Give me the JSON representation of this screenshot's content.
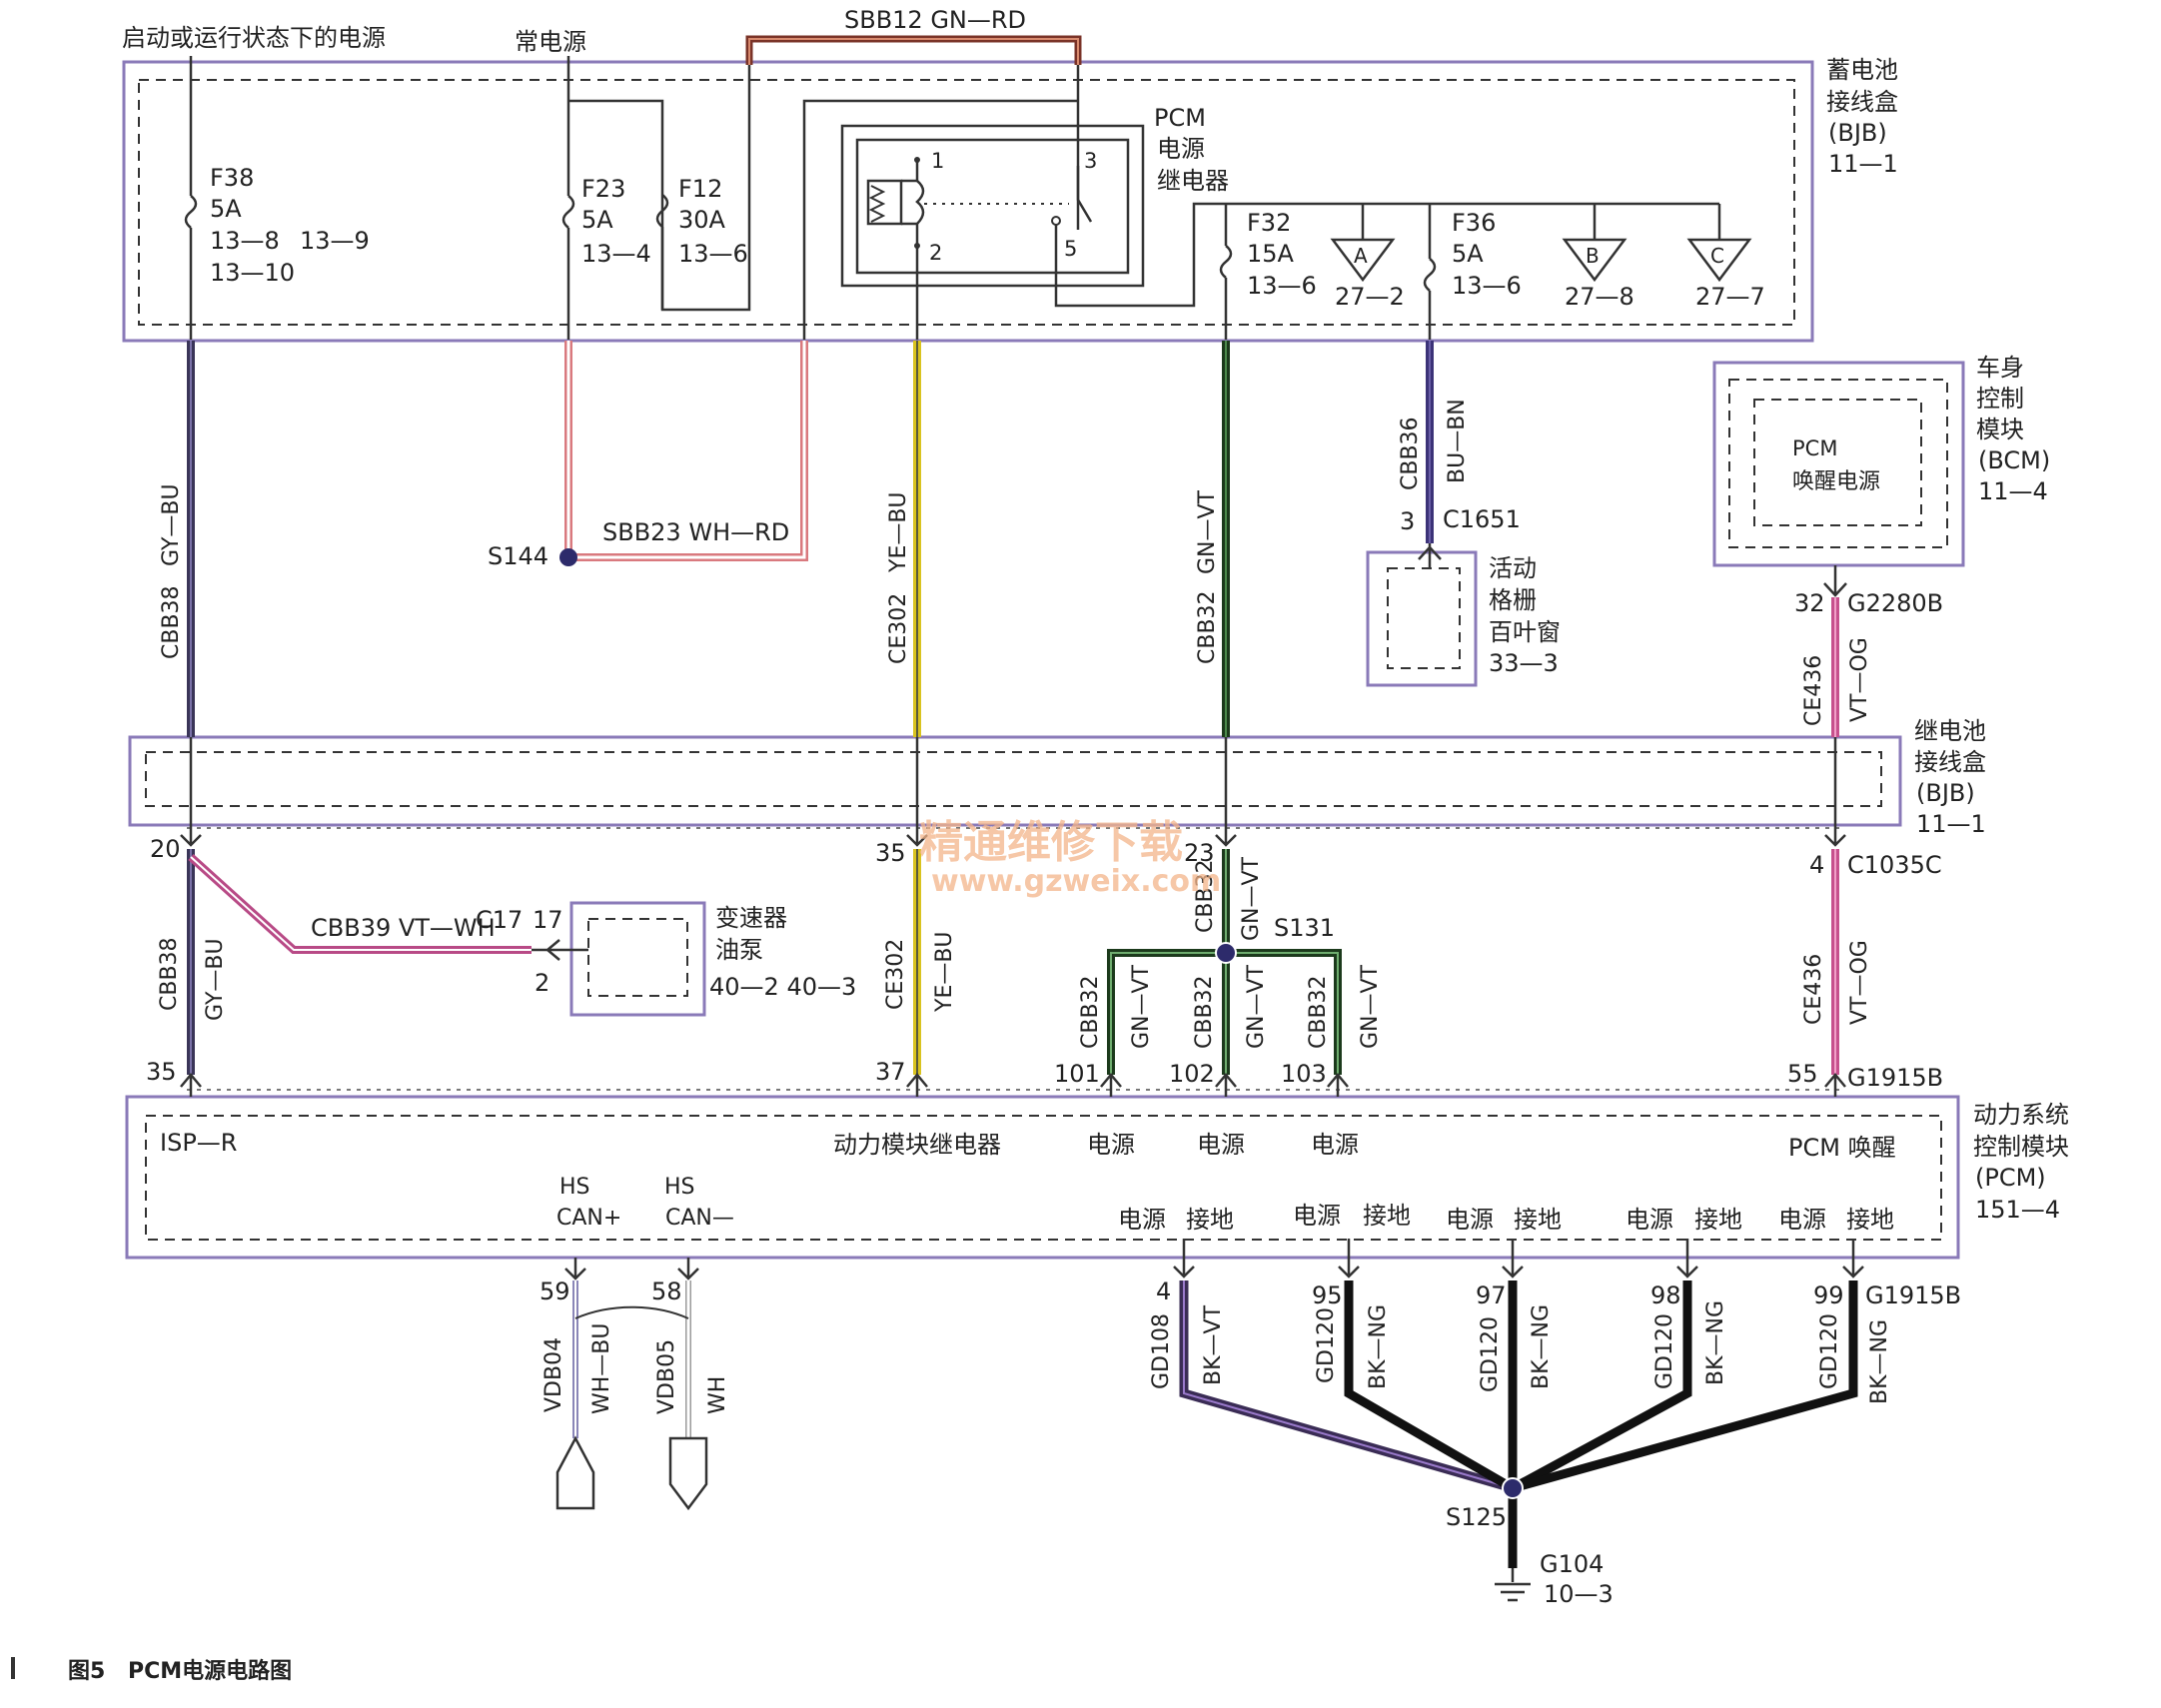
{
  "diagram": {
    "caption_num": "图5",
    "caption_title": "PCM电源电路图",
    "watermark_cn": "精通维修下载",
    "watermark_url": "www.gzweix.com",
    "top": {
      "ign_power": "启动或运行状态下的电源",
      "const_power": "常电源",
      "sbb12": "SBB12  GN—RD"
    },
    "bjb_top": {
      "l1": "蓄电池",
      "l2": "接线盒",
      "l3": "(BJB)",
      "l4": "11—1"
    },
    "bjb_mid": {
      "l1": "继电池",
      "l2": "接线盒",
      "l3": "(BJB)",
      "l4": "11—1"
    },
    "fuses": {
      "f38": [
        "F38",
        "5A",
        "13—8",
        "13—9",
        "13—10"
      ],
      "f23": [
        "F23",
        "5A",
        "13—4"
      ],
      "f12": [
        "F12",
        "30A",
        "13—6"
      ],
      "f32": [
        "F32",
        "15A",
        "13—6"
      ],
      "f36": [
        "F36",
        "5A",
        "13—6"
      ]
    },
    "relay": {
      "l1": "PCM",
      "l2": "电源",
      "l3": "继电器",
      "p1": "1",
      "p2": "2",
      "p3": "3",
      "p5": "5"
    },
    "triangles": {
      "a": {
        "letter": "A",
        "ref": "27—2"
      },
      "b": {
        "letter": "B",
        "ref": "27—8"
      },
      "c": {
        "letter": "C",
        "ref": "27—7"
      }
    },
    "wires": {
      "cbb38_top": [
        "CBB38",
        "GY—BU"
      ],
      "ce302_top": [
        "CE302",
        "YE—BU"
      ],
      "cbb32_top": [
        "CBB32",
        "GN—VT"
      ],
      "cbb36": [
        "CBB36",
        "BU—BN"
      ],
      "ce436_top": [
        "CE436",
        "VT—OG"
      ],
      "sbb23": "SBB23  WH—RD",
      "s144": "S144",
      "cbb38_bot": [
        "CBB38",
        "GY—BU"
      ],
      "cbb39": "CBB39 VT—WH",
      "ce302_bot": [
        "CE302",
        "YE—BU"
      ],
      "cbb32_mid": [
        "CBB32",
        "GN—VT"
      ],
      "s131": "S131",
      "cbb32_101": [
        "CBB32",
        "GN—VT"
      ],
      "cbb32_102": [
        "CBB32",
        "GN—VT"
      ],
      "cbb32_103": [
        "CBB32",
        "GN—VT"
      ],
      "ce436_bot": [
        "CE436",
        "VT—OG"
      ],
      "vdb04": [
        "VDB04",
        "WH—BU"
      ],
      "vdb05": [
        "VDB05",
        "WH"
      ],
      "gd108": [
        "GD108",
        "BK—VT"
      ],
      "gd120_95": [
        "GD120",
        "BK—NG"
      ],
      "gd120_97": [
        "GD120",
        "BK—NG"
      ],
      "gd120_98": [
        "GD120",
        "BK—NG"
      ],
      "gd120_99": [
        "GD120",
        "BK—NG"
      ]
    },
    "shutter": {
      "conn": "C1651",
      "pin": "3",
      "l1": "活动",
      "l2": "格栅",
      "l3": "百叶窗",
      "l4": "33—3"
    },
    "bcm": {
      "inner1": "PCM",
      "inner2": "唤醒电源",
      "l1": "车身",
      "l2": "控制",
      "l3": "模块",
      "l4": "(BCM)",
      "l5": "11—4"
    },
    "pins": {
      "g2280b_pin": "32",
      "g2280b": "G2280B",
      "c1035c_pin": "4",
      "c1035c": "C1035C",
      "p20": "20",
      "p35a": "35",
      "p23": "23",
      "c17": "C17",
      "p17": "17",
      "p2": "2",
      "p35b": "35",
      "p37": "37",
      "p101": "101",
      "p102": "102",
      "p103": "103",
      "p55": "55",
      "g1915b": "G1915B",
      "p59": "59",
      "p58": "58",
      "p4": "4",
      "p95": "95",
      "p97": "97",
      "p98": "98",
      "p99": "99",
      "g1915b_b": "G1915B"
    },
    "pump": {
      "l1": "变速器",
      "l2": "油泵",
      "l3": "40—2 40—3"
    },
    "pcm": {
      "isp": "ISP—R",
      "relay": "动力模块继电器",
      "pwr1": "电源",
      "pwr2": "电源",
      "pwr3": "电源",
      "wake": "PCM 唤醒",
      "hs1": "HS",
      "can_p": "CAN+",
      "hs2": "HS",
      "can_n": "CAN—",
      "pg": [
        "电源",
        "接地",
        "电源",
        "接地",
        "电源",
        "接地",
        "电源",
        "接地",
        "电源",
        "接地"
      ],
      "l1": "动力系统",
      "l2": "控制模块",
      "l3": "(PCM)",
      "l4": "151—4"
    },
    "ground": {
      "s125": "S125",
      "g104": "G104",
      "ref": "10—3"
    }
  }
}
